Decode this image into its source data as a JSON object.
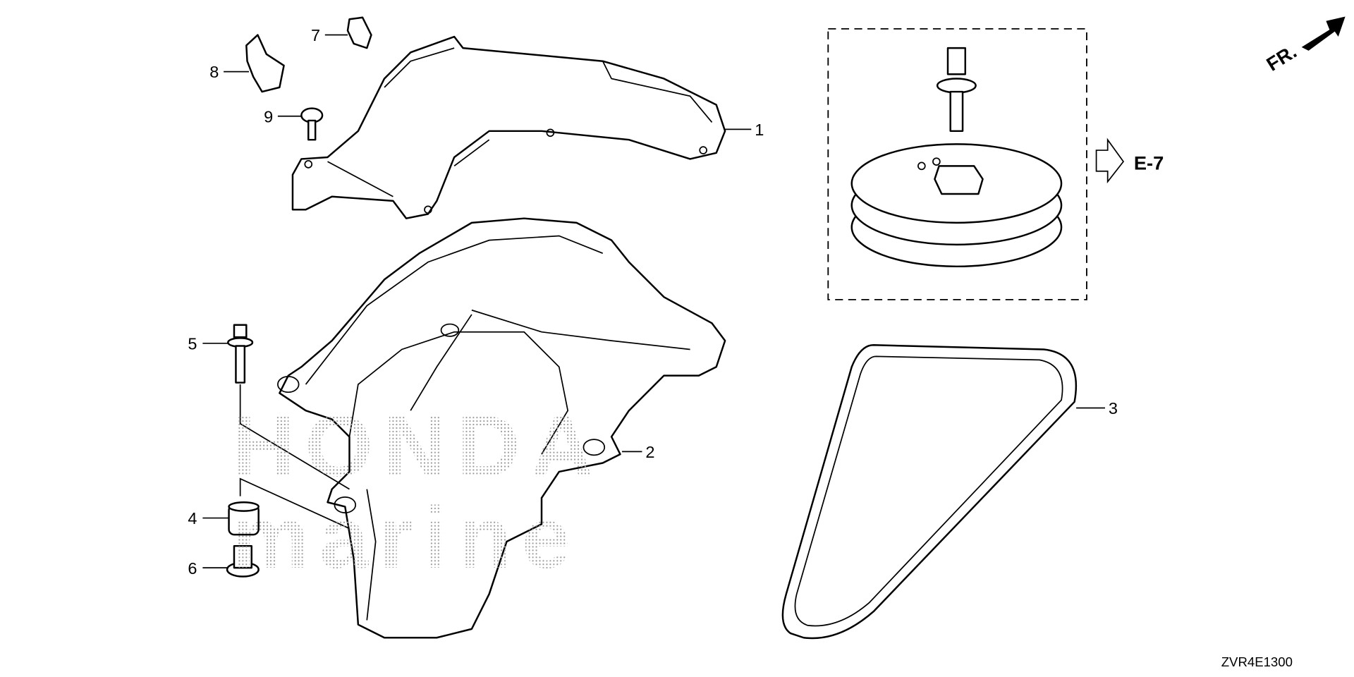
{
  "diagram": {
    "callouts": [
      {
        "id": "1",
        "label": "1"
      },
      {
        "id": "2",
        "label": "2"
      },
      {
        "id": "3",
        "label": "3"
      },
      {
        "id": "4",
        "label": "4"
      },
      {
        "id": "5",
        "label": "5"
      },
      {
        "id": "6",
        "label": "6"
      },
      {
        "id": "7",
        "label": "7"
      },
      {
        "id": "8",
        "label": "8"
      },
      {
        "id": "9",
        "label": "9"
      }
    ],
    "reference_label": "E-7",
    "direction_label": "FR.",
    "diagram_code": "ZVR4E1300",
    "watermark": [
      "HONDA",
      "marine"
    ]
  }
}
